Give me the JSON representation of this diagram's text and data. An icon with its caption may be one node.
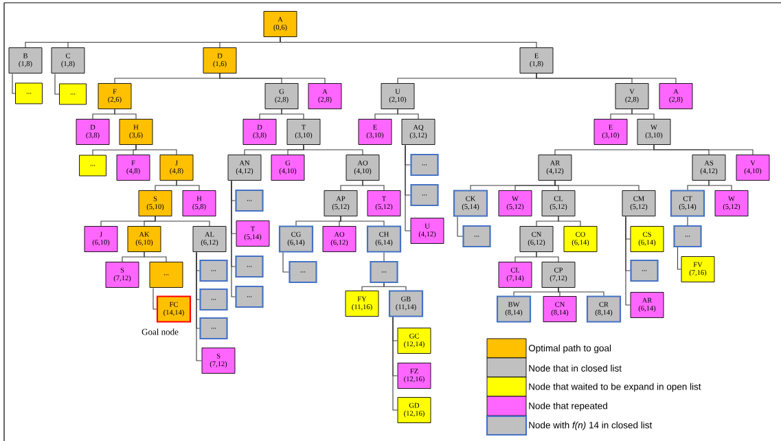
{
  "diagram": {
    "nodes": [
      {
        "text": [
          "A",
          "(0,6)"
        ]
      },
      {
        "text": [
          "B",
          "(1,8)"
        ]
      },
      {
        "text": [
          "..."
        ]
      },
      {
        "text": [
          "C",
          "(1,8)"
        ]
      },
      {
        "text": [
          "..."
        ]
      },
      {
        "text": [
          "D",
          "(1,6)"
        ]
      },
      {
        "text": [
          "F",
          "(2,6)"
        ]
      },
      {
        "text": [
          "D",
          "(3,8)"
        ]
      },
      {
        "text": [
          "H",
          "(3,6)"
        ]
      },
      {
        "text": [
          "..."
        ]
      },
      {
        "text": [
          "F",
          "(4,8)"
        ]
      },
      {
        "text": [
          "J",
          "(4,8)"
        ]
      },
      {
        "text": [
          "S",
          "(5,10)"
        ]
      },
      {
        "text": [
          "H",
          "(5,8)"
        ]
      },
      {
        "text": [
          "J",
          "(6,10)"
        ]
      },
      {
        "text": [
          "AK",
          "(6,10)"
        ]
      },
      {
        "text": [
          "S",
          "(7,12)"
        ]
      },
      {
        "text": [
          "..."
        ]
      },
      {
        "text": [
          "FC",
          "(14,14)"
        ],
        "beside": [
          "Goal node"
        ]
      },
      {
        "text": [
          "AL",
          "(6,12)"
        ]
      },
      {
        "text": [
          "..."
        ]
      },
      {
        "text": [
          "..."
        ]
      },
      {
        "text": [
          "..."
        ]
      },
      {
        "text": [
          "S",
          "(7,12)"
        ]
      },
      {
        "text": [
          "G",
          "(2,8)"
        ]
      },
      {
        "text": [
          "A",
          "(2,8)"
        ]
      },
      {
        "text": [
          "D",
          "(3,8)"
        ]
      },
      {
        "text": [
          "T",
          "(3,10)"
        ]
      },
      {
        "text": [
          "AN",
          "(4,12)"
        ]
      },
      {
        "text": [
          "..."
        ]
      },
      {
        "text": [
          "T",
          "(5,14)"
        ]
      },
      {
        "text": [
          "..."
        ]
      },
      {
        "text": [
          "..."
        ]
      },
      {
        "text": [
          "G",
          "(4,10)"
        ]
      },
      {
        "text": [
          "AO",
          "(4,10)"
        ]
      },
      {
        "text": [
          "AP",
          "(5,12)"
        ]
      },
      {
        "text": [
          "CG",
          "(6,14)"
        ]
      },
      {
        "text": [
          "..."
        ]
      },
      {
        "text": [
          "AO",
          "(6,12)"
        ]
      },
      {
        "text": [
          "CH",
          "(6,14)"
        ]
      },
      {
        "text": [
          "..."
        ]
      },
      {
        "text": [
          "FY",
          "(11,16)"
        ]
      },
      {
        "text": [
          "GB",
          "(11,14)"
        ]
      },
      {
        "text": [
          "GC",
          "(12,14)"
        ]
      },
      {
        "text": [
          "FZ",
          "(12,16)"
        ]
      },
      {
        "text": [
          "GD",
          "(12,16)"
        ]
      },
      {
        "text": [
          "T",
          "(5,12)"
        ]
      },
      {
        "text": [
          "E",
          "(1,8)"
        ]
      },
      {
        "text": [
          "U",
          "(2,10)"
        ]
      },
      {
        "text": [
          "E",
          "(3,10)"
        ]
      },
      {
        "text": [
          "AQ",
          "(3,12)"
        ]
      },
      {
        "text": [
          "..."
        ]
      },
      {
        "text": [
          "..."
        ]
      },
      {
        "text": [
          "U",
          "(4,12)"
        ]
      },
      {
        "text": [
          "V",
          "(2,8)"
        ]
      },
      {
        "text": [
          "A",
          "(2,8)"
        ]
      },
      {
        "text": [
          "E",
          "(3,10)"
        ]
      },
      {
        "text": [
          "W",
          "(3,10)"
        ]
      },
      {
        "text": [
          "AR",
          "(4,12)"
        ]
      },
      {
        "text": [
          "CK",
          "(5,14)"
        ]
      },
      {
        "text": [
          "..."
        ]
      },
      {
        "text": [
          "W",
          "(5,12)"
        ]
      },
      {
        "text": [
          "CL",
          "(5,12)"
        ]
      },
      {
        "text": [
          "CN",
          "(6,12)"
        ]
      },
      {
        "text": [
          "CL",
          "(7,14)"
        ]
      },
      {
        "text": [
          "CP",
          "(7,12)"
        ]
      },
      {
        "text": [
          "BW",
          "(8,14)"
        ]
      },
      {
        "text": [
          "CN",
          "(8,14)"
        ]
      },
      {
        "text": [
          "CR",
          "(8,14)"
        ]
      },
      {
        "text": [
          "CO",
          "(6,14)"
        ]
      },
      {
        "text": [
          "CM",
          "(5,12)"
        ]
      },
      {
        "text": [
          "CS",
          "(6,14)"
        ]
      },
      {
        "text": [
          "..."
        ]
      },
      {
        "text": [
          "AR",
          "(6,14)"
        ]
      },
      {
        "text": [
          "AS",
          "(4,12)"
        ]
      },
      {
        "text": [
          "CT",
          "(5,14)"
        ]
      },
      {
        "text": [
          "..."
        ]
      },
      {
        "text": [
          "FV",
          "(7,16)"
        ]
      },
      {
        "text": [
          "W",
          "(5,12)"
        ]
      },
      {
        "text": [
          "V",
          "(4,10)"
        ]
      }
    ],
    "edges": [
      {
        "from": 0,
        "to": 1,
        "arrow": "none"
      },
      {
        "from": 1,
        "to": 2,
        "arrow": "none"
      },
      {
        "from": 0,
        "to": 3,
        "arrow": "none"
      },
      {
        "from": 3,
        "to": 4,
        "arrow": "none"
      },
      {
        "from": 0,
        "to": 5,
        "arrow": "none"
      },
      {
        "from": 5,
        "to": 6,
        "arrow": "none"
      },
      {
        "from": 6,
        "to": 7,
        "arrow": "none"
      },
      {
        "from": 6,
        "to": 8,
        "arrow": "none"
      },
      {
        "from": 8,
        "to": 9,
        "arrow": "none"
      },
      {
        "from": 8,
        "to": 10,
        "arrow": "none"
      },
      {
        "from": 8,
        "to": 11,
        "arrow": "none"
      },
      {
        "from": 11,
        "to": 12,
        "arrow": "none"
      },
      {
        "from": 11,
        "to": 13,
        "arrow": "none"
      },
      {
        "from": 12,
        "to": 14,
        "arrow": "none"
      },
      {
        "from": 12,
        "to": 15,
        "arrow": "none"
      },
      {
        "from": 15,
        "to": 16,
        "arrow": "none"
      },
      {
        "from": 15,
        "to": 17,
        "arrow": "none"
      },
      {
        "from": 17,
        "to": 18,
        "arrow": "none"
      },
      {
        "from": 12,
        "to": 19,
        "arrow": "none"
      },
      {
        "from": 19,
        "to": 20,
        "arrow": "none"
      },
      {
        "from": 19,
        "to": 21,
        "arrow": "none"
      },
      {
        "from": 19,
        "to": 22,
        "arrow": "none"
      },
      {
        "from": 19,
        "to": 23,
        "arrow": "none"
      },
      {
        "from": 5,
        "to": 24,
        "arrow": "none"
      },
      {
        "from": 24,
        "to": 26,
        "arrow": "none"
      },
      {
        "from": 24,
        "to": 27,
        "arrow": "none"
      },
      {
        "from": 27,
        "to": 28,
        "arrow": "none"
      },
      {
        "from": 28,
        "to": 29,
        "arrow": "none"
      },
      {
        "from": 28,
        "to": 30,
        "arrow": "none"
      },
      {
        "from": 28,
        "to": 31,
        "arrow": "none"
      },
      {
        "from": 28,
        "to": 32,
        "arrow": "none"
      },
      {
        "from": 27,
        "to": 33,
        "arrow": "none"
      },
      {
        "from": 27,
        "to": 34,
        "arrow": "none"
      },
      {
        "from": 34,
        "to": 35,
        "arrow": "none"
      },
      {
        "from": 35,
        "to": 36,
        "arrow": "none"
      },
      {
        "from": 36,
        "to": 37,
        "arrow": "none"
      },
      {
        "from": 35,
        "to": 38,
        "arrow": "none"
      },
      {
        "from": 35,
        "to": 39,
        "arrow": "none"
      },
      {
        "from": 39,
        "to": 40,
        "arrow": "none"
      },
      {
        "from": 40,
        "to": 41,
        "arrow": "none"
      },
      {
        "from": 40,
        "to": 42,
        "arrow": "none"
      },
      {
        "from": 42,
        "to": 43,
        "arrow": "none"
      },
      {
        "from": 42,
        "to": 44,
        "arrow": "none"
      },
      {
        "from": 42,
        "to": 45,
        "arrow": "none"
      },
      {
        "from": 34,
        "to": 46,
        "arrow": "none"
      },
      {
        "from": 5,
        "to": 25,
        "arrow": "none"
      },
      {
        "from": 0,
        "to": 47,
        "arrow": "none"
      },
      {
        "from": 47,
        "to": 48,
        "arrow": "none"
      },
      {
        "from": 48,
        "to": 49,
        "arrow": "none"
      },
      {
        "from": 48,
        "to": 50,
        "arrow": "none"
      },
      {
        "from": 50,
        "to": 51,
        "arrow": "none"
      },
      {
        "from": 50,
        "to": 52,
        "arrow": "none"
      },
      {
        "from": 50,
        "to": 53,
        "arrow": "none"
      },
      {
        "from": 47,
        "to": 54,
        "arrow": "none"
      },
      {
        "from": 54,
        "to": 56,
        "arrow": "none"
      },
      {
        "from": 54,
        "to": 57,
        "arrow": "none"
      },
      {
        "from": 57,
        "to": 58,
        "arrow": "none"
      },
      {
        "from": 58,
        "to": 59,
        "arrow": "none"
      },
      {
        "from": 59,
        "to": 60,
        "arrow": "none"
      },
      {
        "from": 58,
        "to": 61,
        "arrow": "none"
      },
      {
        "from": 58,
        "to": 62,
        "arrow": "none"
      },
      {
        "from": 62,
        "to": 63,
        "arrow": "none"
      },
      {
        "from": 63,
        "to": 64,
        "arrow": "none"
      },
      {
        "from": 63,
        "to": 65,
        "arrow": "none"
      },
      {
        "from": 65,
        "to": 66,
        "arrow": "none"
      },
      {
        "from": 65,
        "to": 67,
        "arrow": "none"
      },
      {
        "from": 65,
        "to": 68,
        "arrow": "none"
      },
      {
        "from": 62,
        "to": 69,
        "arrow": "none"
      },
      {
        "from": 58,
        "to": 70,
        "arrow": "none"
      },
      {
        "from": 70,
        "to": 71,
        "arrow": "none"
      },
      {
        "from": 70,
        "to": 72,
        "arrow": "none"
      },
      {
        "from": 70,
        "to": 73,
        "arrow": "none"
      },
      {
        "from": 57,
        "to": 74,
        "arrow": "none"
      },
      {
        "from": 74,
        "to": 75,
        "arrow": "none"
      },
      {
        "from": 75,
        "to": 76,
        "arrow": "none"
      },
      {
        "from": 76,
        "to": 77,
        "arrow": "none"
      },
      {
        "from": 74,
        "to": 78,
        "arrow": "none"
      },
      {
        "from": 57,
        "to": 79,
        "arrow": "none"
      },
      {
        "from": 47,
        "to": 55,
        "arrow": "none"
      }
    ],
    "legend": [
      {
        "text": "Optimal path to goal",
        "color": "#ffc000"
      },
      {
        "text": "Node that in closed list",
        "color": "#c0c0c0"
      },
      {
        "text": "Node that waited to be expand in open list",
        "color": "#ffff00"
      },
      {
        "text": "Node that repeated",
        "color": "#ff66ff"
      },
      {
        "text": "Node with *f(n)* 14 in closed list"
      }
    ]
  }
}
